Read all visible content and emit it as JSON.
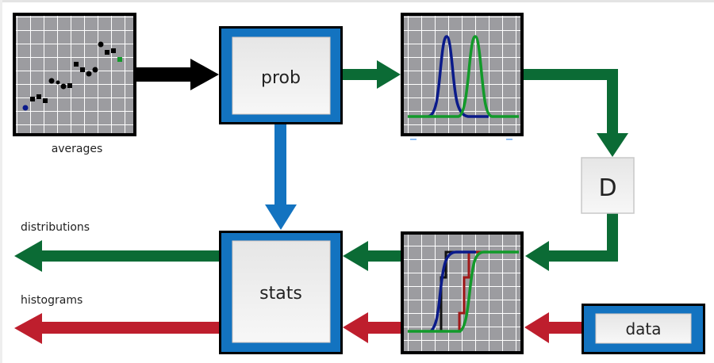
{
  "nodes": {
    "averages": {
      "label": "averages"
    },
    "prob": {
      "label": "prob"
    },
    "diff": {
      "label": "D"
    },
    "stats": {
      "label": "stats"
    },
    "data": {
      "label": "data"
    }
  },
  "outputs": {
    "distributions": "distributions",
    "histograms": "histograms"
  },
  "colors": {
    "green": "#0b6b35",
    "red": "#be1e2d",
    "blue": "#1373c0",
    "black": "#000000",
    "plot_bg": "#9c9ca0"
  }
}
